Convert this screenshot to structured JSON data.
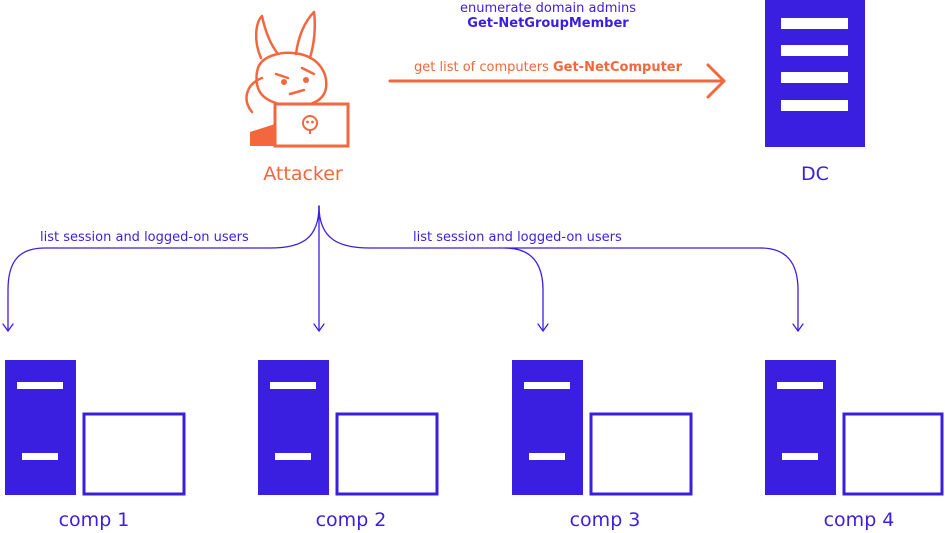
{
  "colors": {
    "blue": "#3b1fe0",
    "orange": "#f2673d"
  },
  "attacker": {
    "label": "Attacker",
    "icon": "hacker-cat-laptop-icon"
  },
  "dc": {
    "label": "DC",
    "icon": "server-icon"
  },
  "flows": {
    "enumerate_text": "enumerate domain admins",
    "enumerate_cmd": "Get-NetGroupMember",
    "computers_text": "get list of computers",
    "computers_cmd": "Get-NetComputer",
    "sessions_left": "list session and logged-on users",
    "sessions_right": "list session and logged-on users"
  },
  "computers": [
    {
      "label": "comp 1"
    },
    {
      "label": "comp 2"
    },
    {
      "label": "comp 3"
    },
    {
      "label": "comp 4"
    }
  ]
}
